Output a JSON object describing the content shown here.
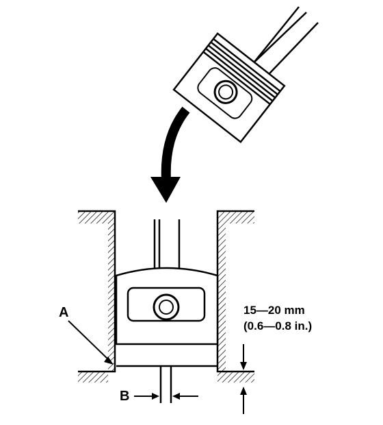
{
  "labels": {
    "a": "A",
    "b": "B",
    "measurement_mm": "15—20 mm",
    "measurement_in": "(0.6—0.8 in.)"
  },
  "colors": {
    "ink": "#000000",
    "paper": "#ffffff"
  }
}
